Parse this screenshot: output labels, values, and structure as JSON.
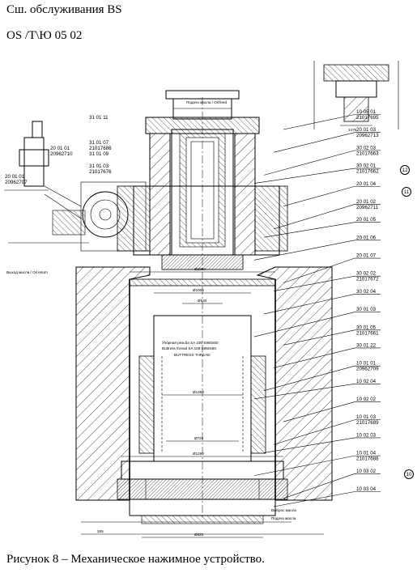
{
  "header": {
    "line1": "Сш. обслуживания BS",
    "line2": "OS /Т\\Ю 05 02"
  },
  "caption": "Рисунок 8 – Механическое нажимное устройство.",
  "diagram": {
    "right_callouts": [
      {
        "code": "10 05 01",
        "sub": "21017695"
      },
      {
        "code": "20 01 03",
        "sub": "20962713"
      },
      {
        "code": "30 02 03",
        "sub": "21017663"
      },
      {
        "code": "30 02 01",
        "sub": "21017662"
      },
      {
        "code": "20 01 04",
        "sub": ""
      },
      {
        "code": "20 01 02",
        "sub": "20962711"
      },
      {
        "code": "20 01 05",
        "sub": ""
      },
      {
        "code": "20 01 06",
        "sub": ""
      },
      {
        "code": "20 01 07",
        "sub": ""
      },
      {
        "code": "30 02 02",
        "sub": "21017672"
      },
      {
        "code": "30 02 04",
        "sub": ""
      },
      {
        "code": "30 01 03",
        "sub": ""
      },
      {
        "code": "30 01 05",
        "sub": "21017661"
      },
      {
        "code": "30 01 22",
        "sub": ""
      },
      {
        "code": "10 01 01",
        "sub": "20962709"
      },
      {
        "code": "10 02 04",
        "sub": ""
      },
      {
        "code": "10 02 02",
        "sub": ""
      },
      {
        "code": "10 01 03",
        "sub": "21017689"
      },
      {
        "code": "10 02 03",
        "sub": ""
      },
      {
        "code": "10 01 04",
        "sub": "21017688"
      },
      {
        "code": "10 03 02",
        "sub": ""
      },
      {
        "code": "10 03 04",
        "sub": ""
      }
    ],
    "left_callouts": [
      {
        "code": "31 01 11",
        "sub": ""
      },
      {
        "code": "31 01 07",
        "sub": "21017686"
      },
      {
        "code": "31 01 09",
        "sub": ""
      },
      {
        "code": "31 01 03",
        "sub": "21017676"
      },
      {
        "code": "20 01 01",
        "sub": "20962710"
      },
      {
        "code": "20 01 01",
        "sub": "20962707"
      }
    ],
    "balloons": [
      "10",
      "11",
      "12"
    ],
    "inner_labels": {
      "thread1": "Упорная резьба SA 105-S950x60",
      "thread2": "Buttress thread SA 105-S950x60",
      "thread3": "BUTTRESS THREAD",
      "oil_in_left": "Подача масла / Oil feed",
      "oil_out": "Выход масла / Oil return",
      "oil_in_bottom": "Подача масла",
      "drain_bottom": "Выброс масла"
    },
    "dims": [
      "Ø1050",
      "Ø1000",
      "Ø530",
      "Ø1350",
      "Ø1290",
      "Ø720",
      "Ø620",
      "265",
      "1475"
    ]
  }
}
